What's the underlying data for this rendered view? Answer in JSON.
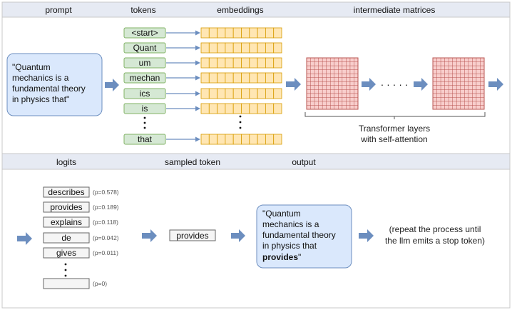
{
  "top_headers": {
    "prompt": "prompt",
    "tokens": "tokens",
    "embeddings": "embeddings",
    "matrices": "intermediate matrices"
  },
  "bottom_headers": {
    "logits": "logits",
    "sampled": "sampled token",
    "output": "output"
  },
  "prompt_lines": [
    "\"Quantum",
    "mechanics is a",
    "fundamental theory",
    "in physics that\""
  ],
  "tokens": [
    "<start>",
    "Quant",
    "um",
    "mechan",
    "ics",
    "is",
    "that"
  ],
  "ellipsis": "· · · · ·",
  "transformer_caption": [
    "Transformer layers",
    "with self-attention"
  ],
  "logits": [
    {
      "token": "describes",
      "prob": "(p=0.578)"
    },
    {
      "token": "provides",
      "prob": "(p=0.189)"
    },
    {
      "token": "explains",
      "prob": "(p=0.118)"
    },
    {
      "token": "de",
      "prob": "(p=0.042)"
    },
    {
      "token": "gives",
      "prob": "(p=0.011)"
    },
    {
      "token": "",
      "prob": "(p=0)"
    }
  ],
  "sampled_token": "provides",
  "output_lines": [
    "\"Quantum",
    "mechanics is a",
    "fundamental theory",
    "in physics that"
  ],
  "output_bold": "provides",
  "output_close_quote": "\"",
  "repeat_lines": [
    "(repeat the process until",
    "the llm emits a stop token)"
  ],
  "colors": {
    "header_bg": "#e6eaf3",
    "frame": "#c8c8c8",
    "prompt_fill": "#dae8fc",
    "prompt_stroke": "#6c8ebf",
    "token_fill": "#d5e8d4",
    "token_stroke": "#82b366",
    "embed_fill": "#ffe6b3",
    "embed_stroke": "#d79b00",
    "matrix_fill": "#f8cecc",
    "matrix_stroke": "#b85450",
    "arrow": "#6c8ebf",
    "connector": "#6c8ebf",
    "logit_fill": "#f5f5f5",
    "logit_stroke": "#666666"
  }
}
